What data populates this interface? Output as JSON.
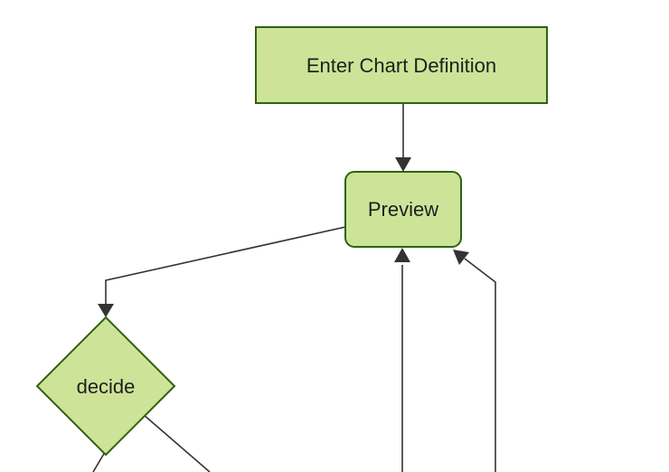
{
  "diagram": {
    "type": "flowchart",
    "direction": "top-down",
    "style": "mermaid-forest-theme",
    "colors": {
      "background": "#ffffff",
      "node_fill": "#cde498",
      "node_border": "#2f6212",
      "edge": "#333333",
      "label_text": "#1f1f1f"
    },
    "nodes": [
      {
        "id": "enter-chart-definition",
        "label": "Enter Chart Definition",
        "shape": "rectangle"
      },
      {
        "id": "preview",
        "label": "Preview",
        "shape": "rounded-rectangle"
      },
      {
        "id": "decide",
        "label": "decide",
        "shape": "diamond"
      }
    ],
    "edges": [
      {
        "from": "enter-chart-definition",
        "to": "preview",
        "arrow": true
      },
      {
        "from": "preview",
        "to": "decide",
        "arrow": true
      },
      {
        "from": "offscreen-bottom-center",
        "to": "preview",
        "arrow": true
      },
      {
        "from": "offscreen-bottom-right",
        "to": "preview",
        "arrow": true
      },
      {
        "from": "decide",
        "to": "offscreen-bottom-left",
        "arrow": false
      },
      {
        "from": "decide",
        "to": "offscreen-bottom-right",
        "arrow": false
      }
    ]
  }
}
